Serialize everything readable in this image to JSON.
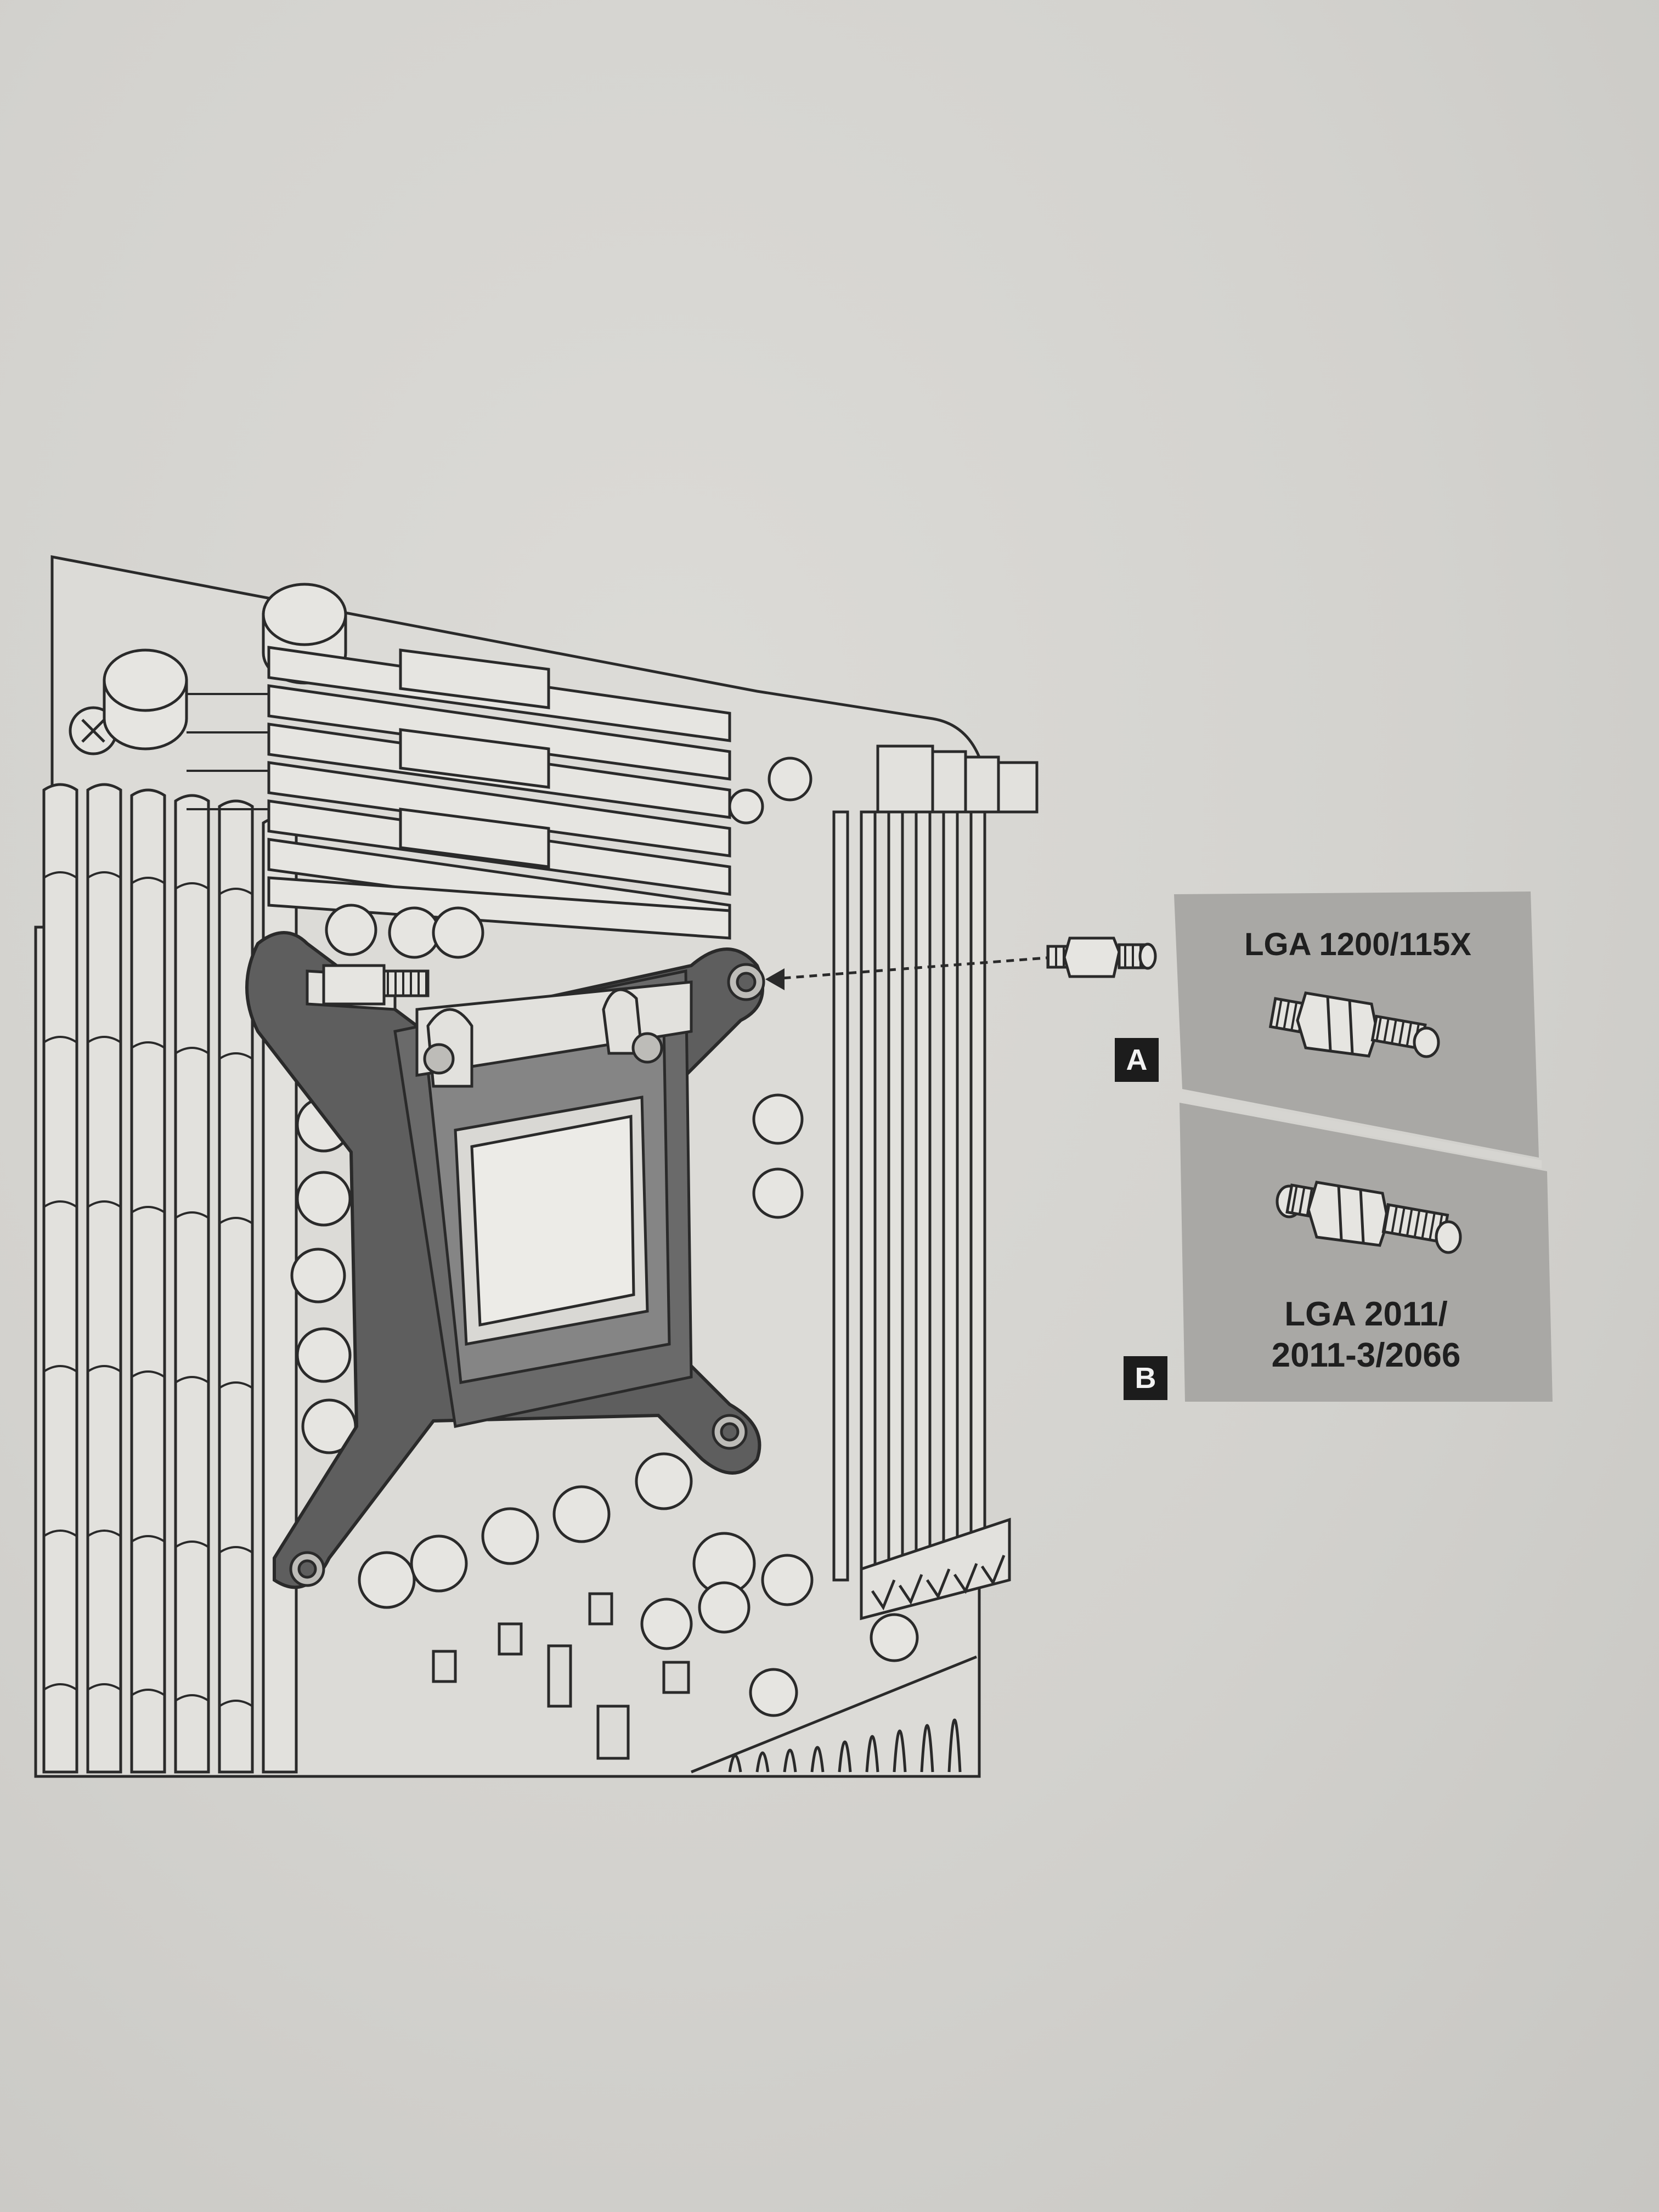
{
  "panel_a": {
    "badge": "A",
    "label": "LGA 1200/115X"
  },
  "panel_b": {
    "badge": "B",
    "label_line1": "LGA 2011/",
    "label_line2": "2011-3/2066"
  },
  "colors": {
    "paper": "#d6d5d1",
    "line": "#2a2a2a",
    "backplate": "#5e5e5e",
    "panel": "#a9a8a5",
    "badge": "#1c1c1c"
  }
}
